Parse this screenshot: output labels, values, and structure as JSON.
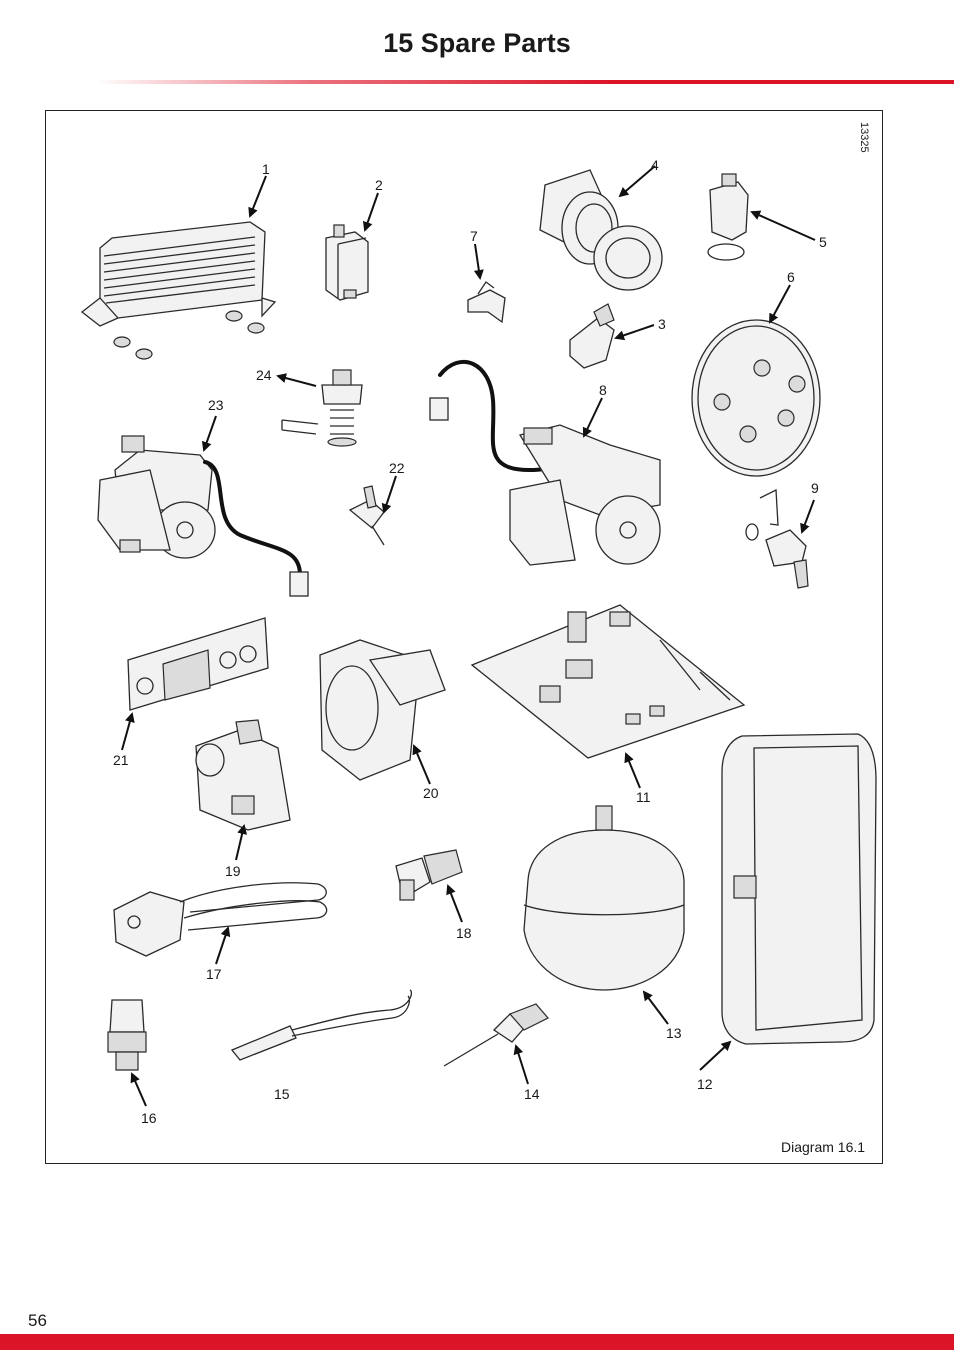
{
  "page": {
    "title": "15 Spare Parts",
    "page_number": "56"
  },
  "diagram": {
    "reference_number": "13325",
    "caption": "Diagram 16.1",
    "part_labels": [
      "1",
      "2",
      "3",
      "4",
      "5",
      "6",
      "7",
      "8",
      "9",
      "11",
      "12",
      "13",
      "14",
      "15",
      "16",
      "17",
      "18",
      "19",
      "20",
      "21",
      "22",
      "23",
      "24"
    ]
  },
  "colors": {
    "accent": "#dc1428",
    "line": "#2a2a2a"
  }
}
